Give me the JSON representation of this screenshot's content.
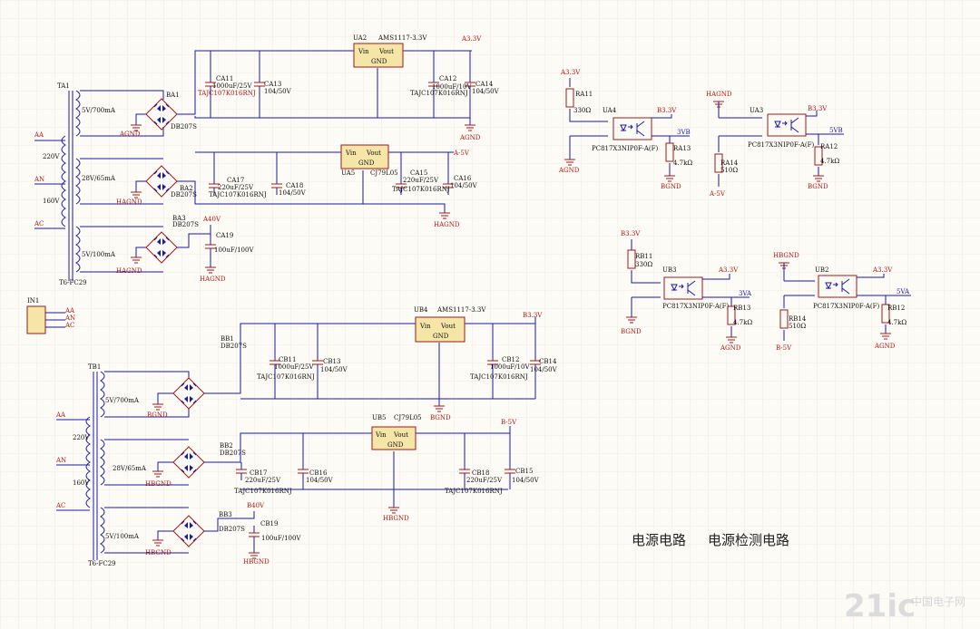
{
  "captions": {
    "power_circuit": "电源电路",
    "power_detect_circuit": "电源检测电路"
  },
  "watermark": {
    "main": "21ic",
    "sub": "中国电子网"
  },
  "colors": {
    "background": "#fdfbf5",
    "grid": "#ecdcdc",
    "wire": "#1a1aa8",
    "part": "#9c1a1a",
    "regulator_fill": "#f5e6a8"
  },
  "labels": {
    "TA1": "TA1",
    "TA1_part": "T6-FC29",
    "TA1_w1": "5V/700mA",
    "TA1_w2": "28V/65mA",
    "TA1_w3": "5V/100mA",
    "TA1_220": "220V",
    "TA1_160": "160V",
    "AA": "AA",
    "AN": "AN",
    "AC": "AC",
    "BA1": "BA1",
    "BA1_part": "DB207S",
    "BA2": "BA2",
    "BA2_part": "DB207S",
    "BA3": "BA3",
    "BA3_part": "DB207S",
    "AGND": "AGND",
    "HAGND": "HAGND",
    "HAGND2": "HAGND",
    "UA2": "UA2",
    "UA2_part": "AMS1117-3.3V",
    "UA5": "UA5",
    "UA5_part": "CJ79L05",
    "A33V": "A3.3V",
    "Am5V": "A-5V",
    "A40V": "A40V",
    "CA11": "CA11",
    "CA11_v": "1000uF/25V",
    "CA11_pkg": "TAJC107K016RNJ",
    "CA13": "CA13",
    "CA13_v": "104/50V",
    "CA12": "CA12",
    "CA12_v": "1000uF/10V",
    "CA12_pkg": "TAJC107K016RNJ",
    "CA14": "CA14",
    "CA14_v": "104/50V",
    "CA17": "CA17",
    "CA17_v": "220uF/25V",
    "CA17_pkg": "TAJC107K016RNJ",
    "CA18": "CA18",
    "CA18_v": "104/50V",
    "CA15": "CA15",
    "CA15_v": "220uF/25V",
    "CA15_pkg": "TAJC107K016RNJ",
    "CA16": "CA16",
    "CA16_v": "104/50V",
    "CA19": "CA19",
    "CA19_v": "100uF/100V",
    "IN1": "IN1",
    "TB1": "TB1",
    "TB1_part": "T6-FC29",
    "TB1_w1": "5V/700mA",
    "TB1_w2": "28V/65mA",
    "TB1_w3": "5V/100mA",
    "TB1_220": "220V",
    "TB1_160": "160V",
    "BB1": "BB1",
    "BB1_part": "DB207S",
    "BB2": "BB2",
    "BB2_part": "DB207S",
    "BB3": "BB3",
    "BB3_part": "DB207S",
    "BGND": "BGND",
    "HBGND": "HBGND",
    "UB4": "UB4",
    "UB4_part": "AMS1117-3.3V",
    "UB5": "UB5",
    "UB5_part": "CJ79L05",
    "B33V": "B3.3V",
    "Bm5V": "B-5V",
    "B40V": "B40V",
    "CB11": "CB11",
    "CB11_v": "1000uF/25V",
    "CB11_pkg": "TAJC107K016RNJ",
    "CB13": "CB13",
    "CB13_v": "104/50V",
    "CB12": "CB12",
    "CB12_v": "1000uF/10V",
    "CB12_pkg": "TAJC107K016RNJ",
    "CB14": "CB14",
    "CB14_v": "104/50V",
    "CB17": "CB17",
    "CB17_v": "220uF/25V",
    "CB17_pkg": "TAJC107K016RNJ",
    "CB16": "CB16",
    "CB16_v": "104/50V",
    "CB18": "CB18",
    "CB18_v": "220uF/25V",
    "CB18_pkg": "TAJC107K016RNJ",
    "CB15": "CB15",
    "CB15_v": "104/50V",
    "CB19": "CB19",
    "CB19_v": "100uF/100V",
    "RA11": "RA11",
    "RA11_v": "330Ω",
    "UA4": "UA4",
    "UA4_part": "PC817X3NIP0F-A(F)",
    "RA13": "RA13",
    "RA13_v": "4.7kΩ",
    "3VB": "3VB",
    "UA3": "UA3",
    "UA3_part": "PC817X3NIP0F-A(F)",
    "RA14": "RA14",
    "RA14_v": "510Ω",
    "RA12": "RA12",
    "RA12_v": "4.7kΩ",
    "5VB": "5VB",
    "RB11": "RB11",
    "RB11_v": "330Ω",
    "UB3": "UB3",
    "UB3_part": "PC817X3NIP0F-A(F)",
    "RB13": "RB13",
    "RB13_v": "4.7kΩ",
    "3VA": "3VA",
    "UB2": "UB2",
    "UB2_part": "PC817X3NIP0F-A(F)",
    "RB14": "RB14",
    "RB14_v": "510Ω",
    "RB12": "RB12",
    "RB12_v": "4.7kΩ",
    "5VA": "5VA",
    "Vin": "Vin",
    "Vout": "Vout",
    "GND": "GND"
  }
}
